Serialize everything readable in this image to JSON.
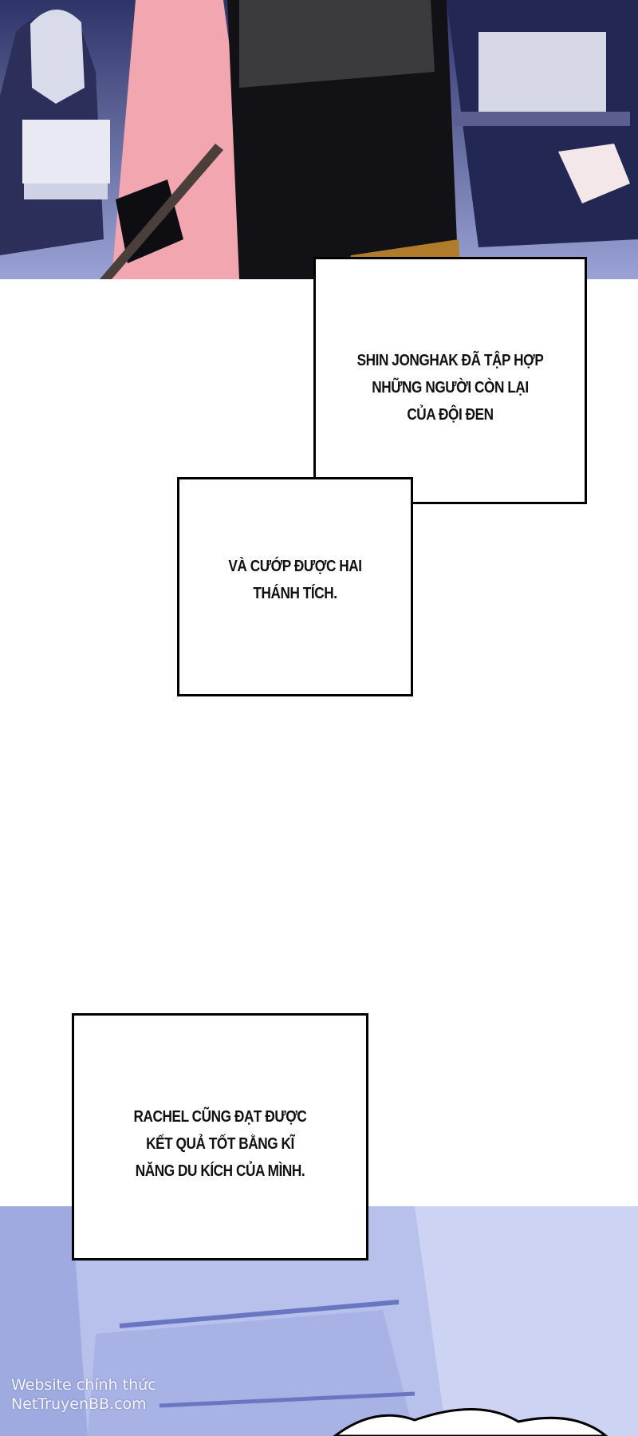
{
  "captions": {
    "one": {
      "lines": [
        "SHIN JONGHAK ĐÃ TẬP HỢP",
        "NHỮNG NGƯỜI CÒN LẠI",
        "CỦA ĐỘI ĐEN"
      ]
    },
    "two": {
      "lines": [
        "VÀ CƯỚP ĐƯỢC HAI",
        "THÁNH TÍCH."
      ]
    },
    "three": {
      "lines": [
        "RACHEL CŨNG ĐẠT ĐƯỢC",
        "KẾT QUẢ TỐT BẰNG KĨ",
        "NĂNG DU KÍCH CỦA MÌNH."
      ]
    }
  },
  "watermark": {
    "label": "Website chính thức",
    "site": "NetTruyenBB.com"
  },
  "colors": {
    "panel_top": "#4b528f",
    "panel_bottom": "#aab5e6",
    "border": "#000000"
  }
}
